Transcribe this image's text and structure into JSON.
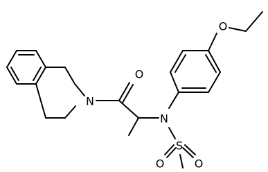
{
  "molecule": {
    "atom_labels": {
      "amide_nitrogen": "N",
      "carbonyl_oxygen": "O",
      "sulfonamide_nitrogen": "N",
      "ether_oxygen": "O",
      "sulfur": "S",
      "sulfonyl_oxygen_left": "O",
      "sulfonyl_oxygen_right": "O"
    },
    "colors": {
      "bond": "#000000",
      "label": "#000000",
      "background": "#ffffff"
    }
  }
}
